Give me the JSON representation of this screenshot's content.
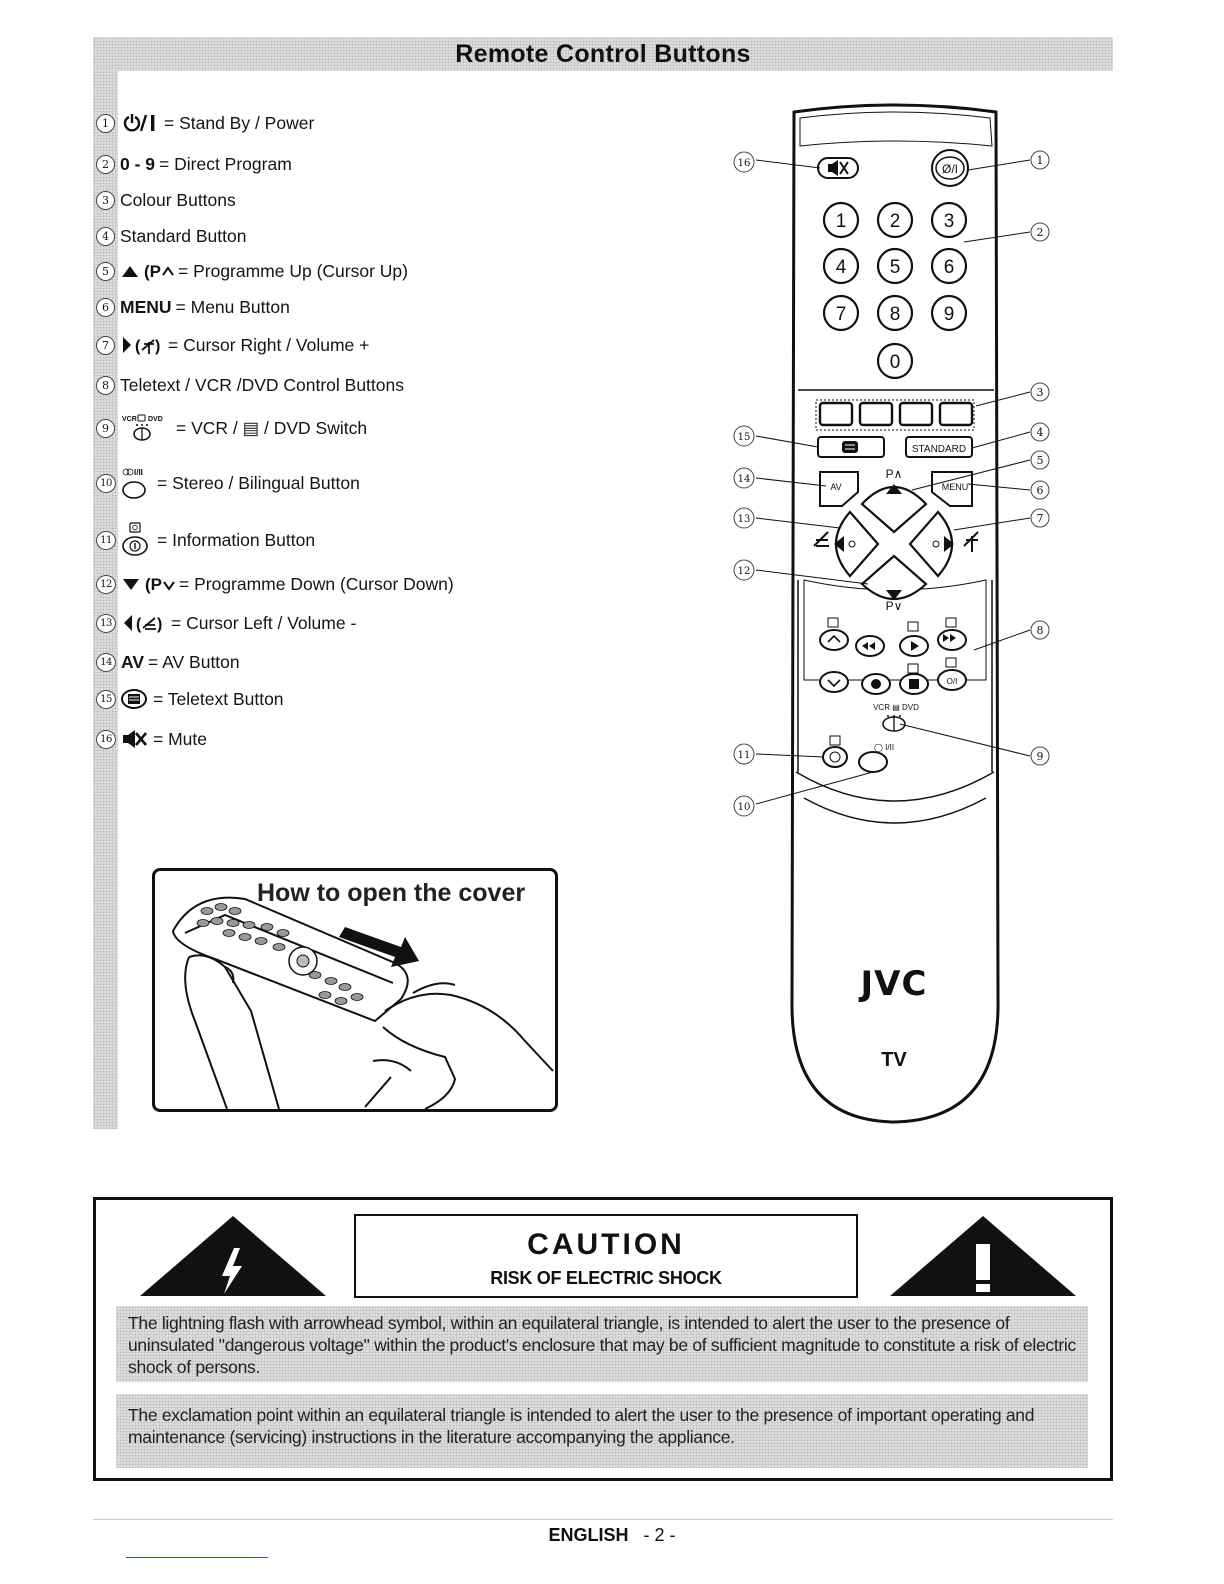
{
  "header": {
    "title": "Remote Control Buttons"
  },
  "legend": [
    {
      "n": "1",
      "sym": "power",
      "text": "= Stand By / Power"
    },
    {
      "n": "2",
      "sym": "0 - 9",
      "text": "= Direct Program"
    },
    {
      "n": "3",
      "sym": "",
      "text": "Colour Buttons"
    },
    {
      "n": "4",
      "sym": "",
      "text": "Standard Button"
    },
    {
      "n": "5",
      "sym": "up",
      "text": "= Programme Up (Cursor Up)"
    },
    {
      "n": "6",
      "sym": "MENU",
      "text": "= Menu Button"
    },
    {
      "n": "7",
      "sym": "right",
      "text": "= Cursor Right / Volume +"
    },
    {
      "n": "8",
      "sym": "",
      "text": "Teletext / VCR /DVD Control Buttons"
    },
    {
      "n": "9",
      "sym": "vcrdvd",
      "text": "= VCR / ▤ / DVD Switch"
    },
    {
      "n": "10",
      "sym": "stereo",
      "text": "= Stereo / Bilingual Button"
    },
    {
      "n": "11",
      "sym": "info",
      "text": "= Information Button"
    },
    {
      "n": "12",
      "sym": "down",
      "text": "= Programme Down (Cursor Down)"
    },
    {
      "n": "13",
      "sym": "left",
      "text": "= Cursor Left /  Volume -"
    },
    {
      "n": "14",
      "sym": "AV",
      "text": "= AV Button"
    },
    {
      "n": "15",
      "sym": "teletext",
      "text": "= Teletext Button"
    },
    {
      "n": "16",
      "sym": "mute",
      "text": "= Mute"
    }
  ],
  "cover": {
    "title": "How to open the cover"
  },
  "remote": {
    "power_label": "Ø/I",
    "digits": [
      "1",
      "2",
      "3",
      "4",
      "5",
      "6",
      "7",
      "8",
      "9",
      "0"
    ],
    "standard_label": "STANDARD",
    "av_label": "AV",
    "menu_label": "MENU",
    "p_up_label": "P∧",
    "p_down_label": "P∨",
    "switch_label": "VCR ▤ DVD",
    "stereo_label": "◯ I/II",
    "brand": "JVC",
    "model": "TV",
    "callouts": [
      "1",
      "2",
      "3",
      "4",
      "5",
      "6",
      "7",
      "8",
      "9",
      "10",
      "11",
      "12",
      "13",
      "14",
      "15",
      "16"
    ]
  },
  "caution": {
    "title": "CAUTION",
    "subtitle": "RISK OF ELECTRIC SHOCK",
    "para1": "The lightning flash with arrowhead symbol, within an equilateral triangle, is intended to alert the user to the presence of uninsulated \"dangerous voltage\" within the product's enclosure that may be of sufficient magnitude to constitute a risk of electric shock of persons.",
    "para2": "The exclamation point within an equilateral triangle is intended to alert the user to the presence of important operating and maintenance (servicing) instructions in the literature accompanying the appliance."
  },
  "footer": {
    "language": "ENGLISH",
    "page": "- 2 -"
  }
}
